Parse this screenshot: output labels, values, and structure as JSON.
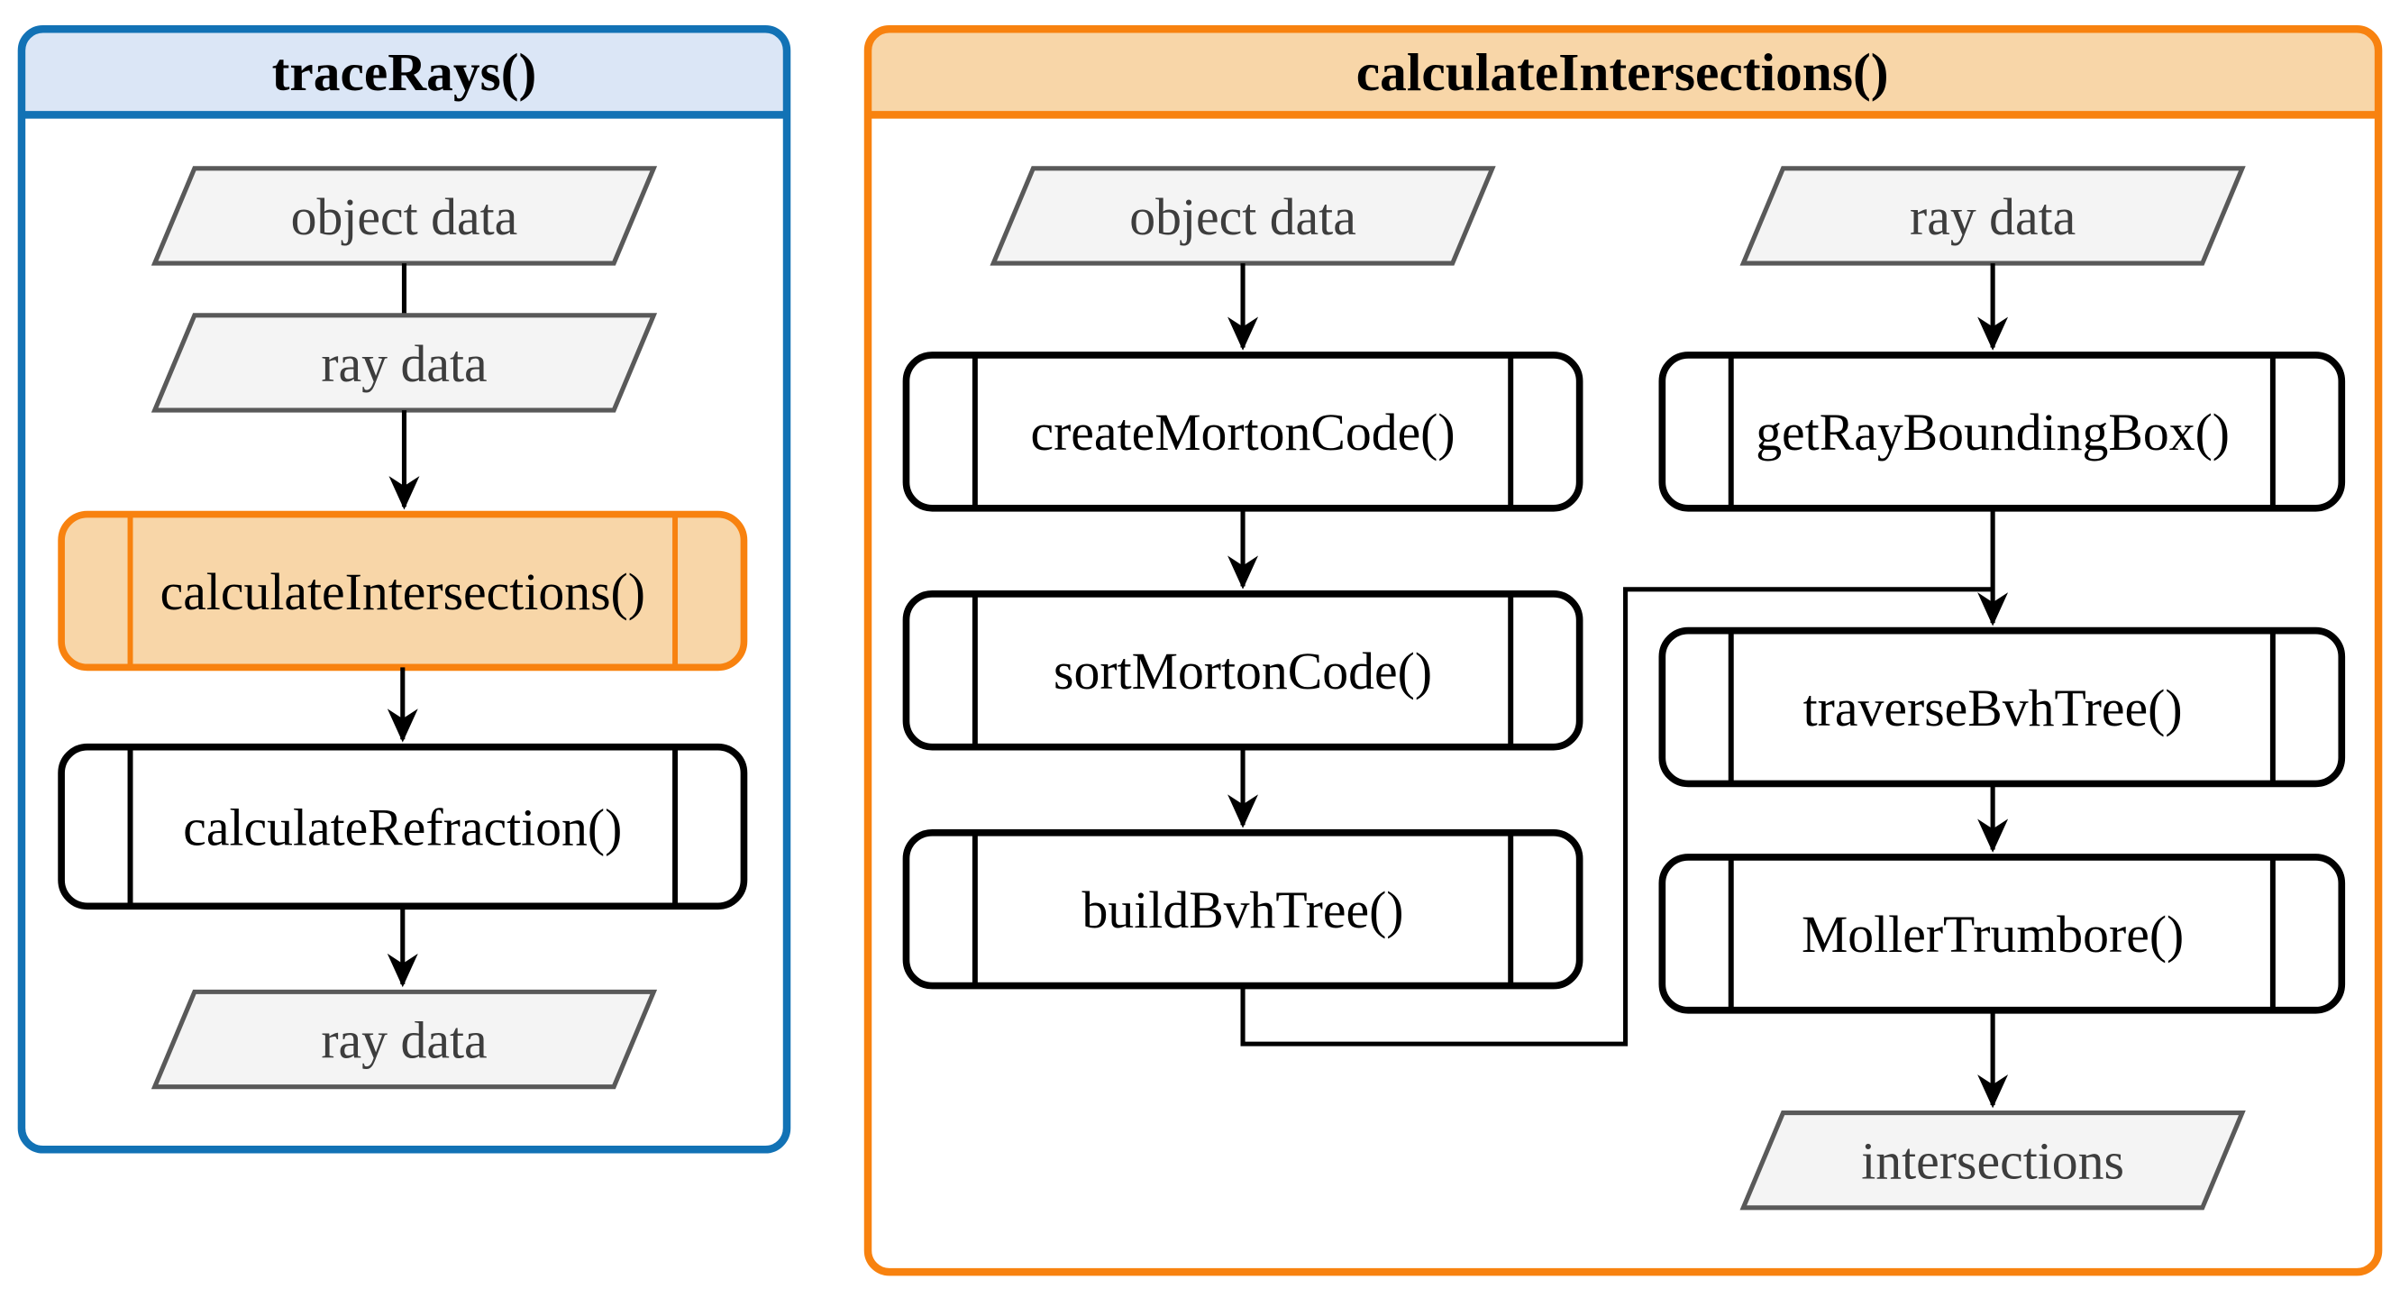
{
  "figure": {
    "type": "flowchart",
    "left_panel": {
      "title": "traceRays()",
      "object_data": "object data",
      "ray_data_in": "ray data",
      "calculate_intersections": "calculateIntersections()",
      "calculate_refraction": "calculateRefraction()",
      "ray_data_out": "ray data"
    },
    "right_panel": {
      "title": "calculateIntersections()",
      "object_data": "object data",
      "ray_data": "ray data",
      "create_morton_code": "createMortonCode()",
      "sort_morton_code": "sortMortonCode()",
      "build_bvh_tree": "buildBvhTree()",
      "get_ray_bounding_box": "getRayBoundingBox()",
      "traverse_bvh_tree": "traverseBvhTree()",
      "moller_trumbore": "MollerTrumbore()",
      "intersections": "intersections"
    },
    "colors": {
      "blue_accent": "#1272b5",
      "blue_header_fill": "#dbe6f6",
      "orange_accent": "#f8820f",
      "orange_fill": "#f8d6a8",
      "io_border": "#595959",
      "io_fill": "#f4f4f4",
      "io_text": "#3d3d3d",
      "line_color": "#000000"
    }
  }
}
